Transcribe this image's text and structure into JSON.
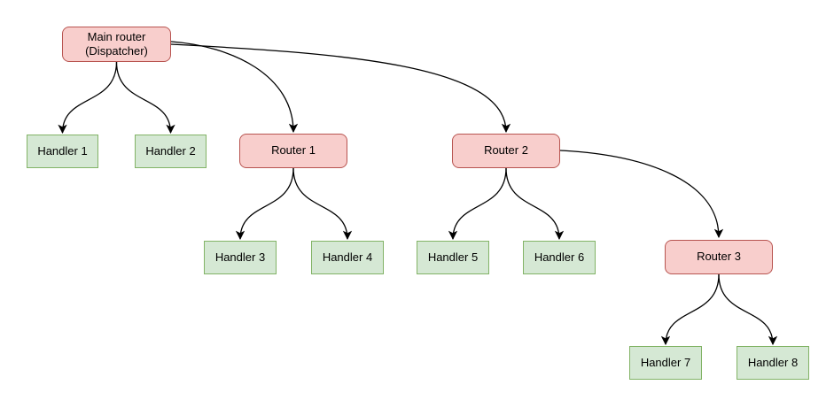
{
  "diagram": {
    "colors": {
      "router_fill": "#f8cecc",
      "router_stroke": "#b85450",
      "handler_fill": "#d5e8d4",
      "handler_stroke": "#82b366",
      "edge_color": "#000000"
    },
    "nodes": {
      "main_router": {
        "label": "Main router\n(Dispatcher)",
        "type": "router"
      },
      "router_1": {
        "label": "Router 1",
        "type": "router"
      },
      "router_2": {
        "label": "Router 2",
        "type": "router"
      },
      "router_3": {
        "label": "Router 3",
        "type": "router"
      },
      "handler_1": {
        "label": "Handler 1",
        "type": "handler"
      },
      "handler_2": {
        "label": "Handler 2",
        "type": "handler"
      },
      "handler_3": {
        "label": "Handler 3",
        "type": "handler"
      },
      "handler_4": {
        "label": "Handler 4",
        "type": "handler"
      },
      "handler_5": {
        "label": "Handler 5",
        "type": "handler"
      },
      "handler_6": {
        "label": "Handler 6",
        "type": "handler"
      },
      "handler_7": {
        "label": "Handler 7",
        "type": "handler"
      },
      "handler_8": {
        "label": "Handler 8",
        "type": "handler"
      }
    },
    "edges": [
      {
        "from": "main_router",
        "to": "handler_1"
      },
      {
        "from": "main_router",
        "to": "handler_2"
      },
      {
        "from": "main_router",
        "to": "router_1"
      },
      {
        "from": "main_router",
        "to": "router_2"
      },
      {
        "from": "router_1",
        "to": "handler_3"
      },
      {
        "from": "router_1",
        "to": "handler_4"
      },
      {
        "from": "router_2",
        "to": "handler_5"
      },
      {
        "from": "router_2",
        "to": "handler_6"
      },
      {
        "from": "router_2",
        "to": "router_3"
      },
      {
        "from": "router_3",
        "to": "handler_7"
      },
      {
        "from": "router_3",
        "to": "handler_8"
      }
    ]
  }
}
